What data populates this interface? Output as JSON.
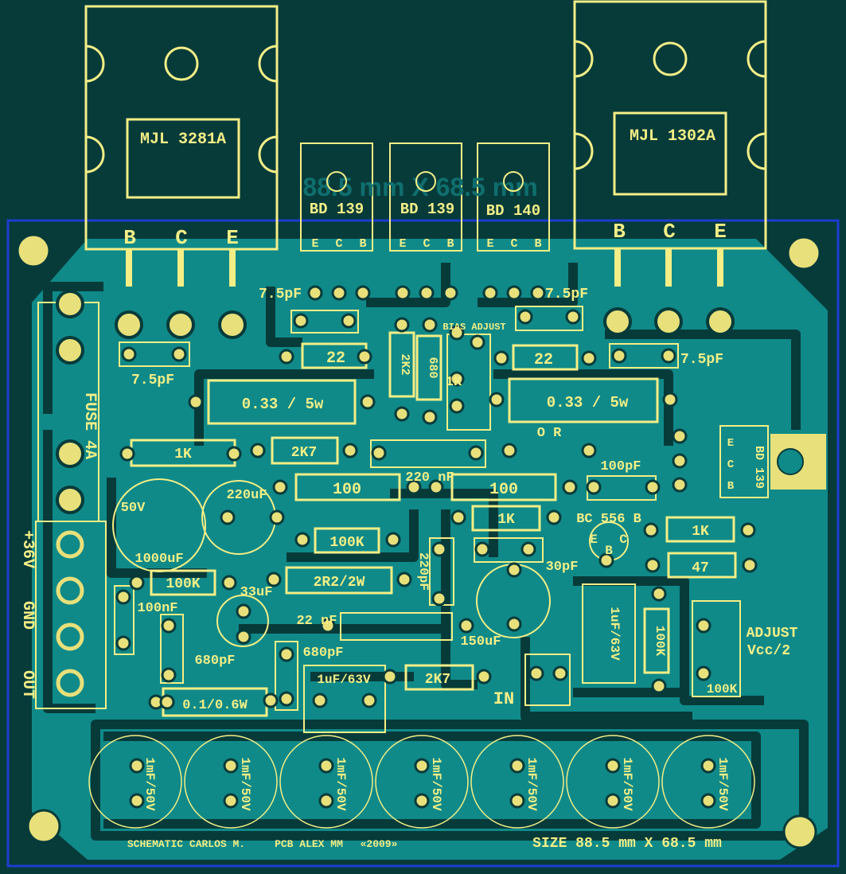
{
  "title_overlay": "88.5 mm X 68.5 mm",
  "colors": {
    "background": "#073b3a",
    "copper": "#0f8a89",
    "silkscreen": "#f4ee86",
    "outline": "#1d3ccf",
    "pads": "#e8e07a"
  },
  "transistors": {
    "left_power": {
      "label": "MJL 3281A",
      "pins": [
        "B",
        "C",
        "E"
      ]
    },
    "right_power": {
      "label": "MJL 1302A",
      "pins": [
        "B",
        "C",
        "E"
      ]
    },
    "driver_1": {
      "label": "BD 139",
      "pins": [
        "E",
        "C",
        "B"
      ]
    },
    "driver_2": {
      "label": "BD 139",
      "pins": [
        "E",
        "C",
        "B"
      ]
    },
    "driver_3": {
      "label": "BD 140",
      "pins": [
        "E",
        "C",
        "B"
      ]
    },
    "vbe": {
      "label": "BD 139",
      "pins": [
        "E",
        "C",
        "B"
      ]
    },
    "input": {
      "label": "BC 556 B",
      "pins": [
        "E",
        "B",
        "C"
      ]
    }
  },
  "components": {
    "c_7_5pf_a": "7.5pF",
    "c_7_5pf_b": "7.5pF",
    "c_7_5pf_c": "7.5pF",
    "c_7_5pf_d": "7.5pF",
    "r22_left": "22",
    "r22_right": "22",
    "r_2k2": "2K2",
    "r_680": "680",
    "trim_1k": "1K",
    "bias_adjust": "BIAS ADJUST",
    "r033_left": "0.33 / 5w",
    "r033_right": "0.33 / 5w",
    "fuse": "FUSE 4A",
    "r1k_left": "1K",
    "r2k7_top": "2K7",
    "c220nf": "220 nF",
    "or_label": "O R",
    "c100pf": "100pF",
    "r100_left": "100",
    "r100_right": "100",
    "c50v": "50V",
    "c220uf": "220uF",
    "c1000uf": "1000uF",
    "r1k_mid": "1K",
    "r1k_right": "1K",
    "r100k_a": "100K",
    "c220pf": "220pF",
    "c30pf": "30pF",
    "r47": "47",
    "r100k_b": "100K",
    "c33uf": "33uF",
    "r2r2": "2R2/2W",
    "c100nf": "100nF",
    "c22nf": "22 nF",
    "c150uf": "150uF",
    "c1uf_63v_right": "1uF/63V",
    "r100k_vert": "100K",
    "adjust": "ADJUST",
    "vcc2": "Vcc/2",
    "trim_100k": "100K",
    "c680pf_a": "680pF",
    "c680pf_b": "680pF",
    "c1uf_63v_mid": "1uF/63V",
    "r2k7_bottom": "2K7",
    "r01": "0.1/0.6W",
    "in_label": "IN",
    "filter_caps": [
      "1mF/50V",
      "1mF/50V",
      "1mF/50V",
      "1mF/50V",
      "1mF/50V",
      "1mF/50V",
      "1mF/50V"
    ]
  },
  "terminals": [
    "+36V",
    "GND",
    "OUT"
  ],
  "credits": {
    "schematic": "SCHEMATIC CARLOS  M.",
    "pcb": "PCB ALEX MM",
    "year": "«2009»",
    "size": "SIZE 88.5 mm X 68.5 mm"
  }
}
